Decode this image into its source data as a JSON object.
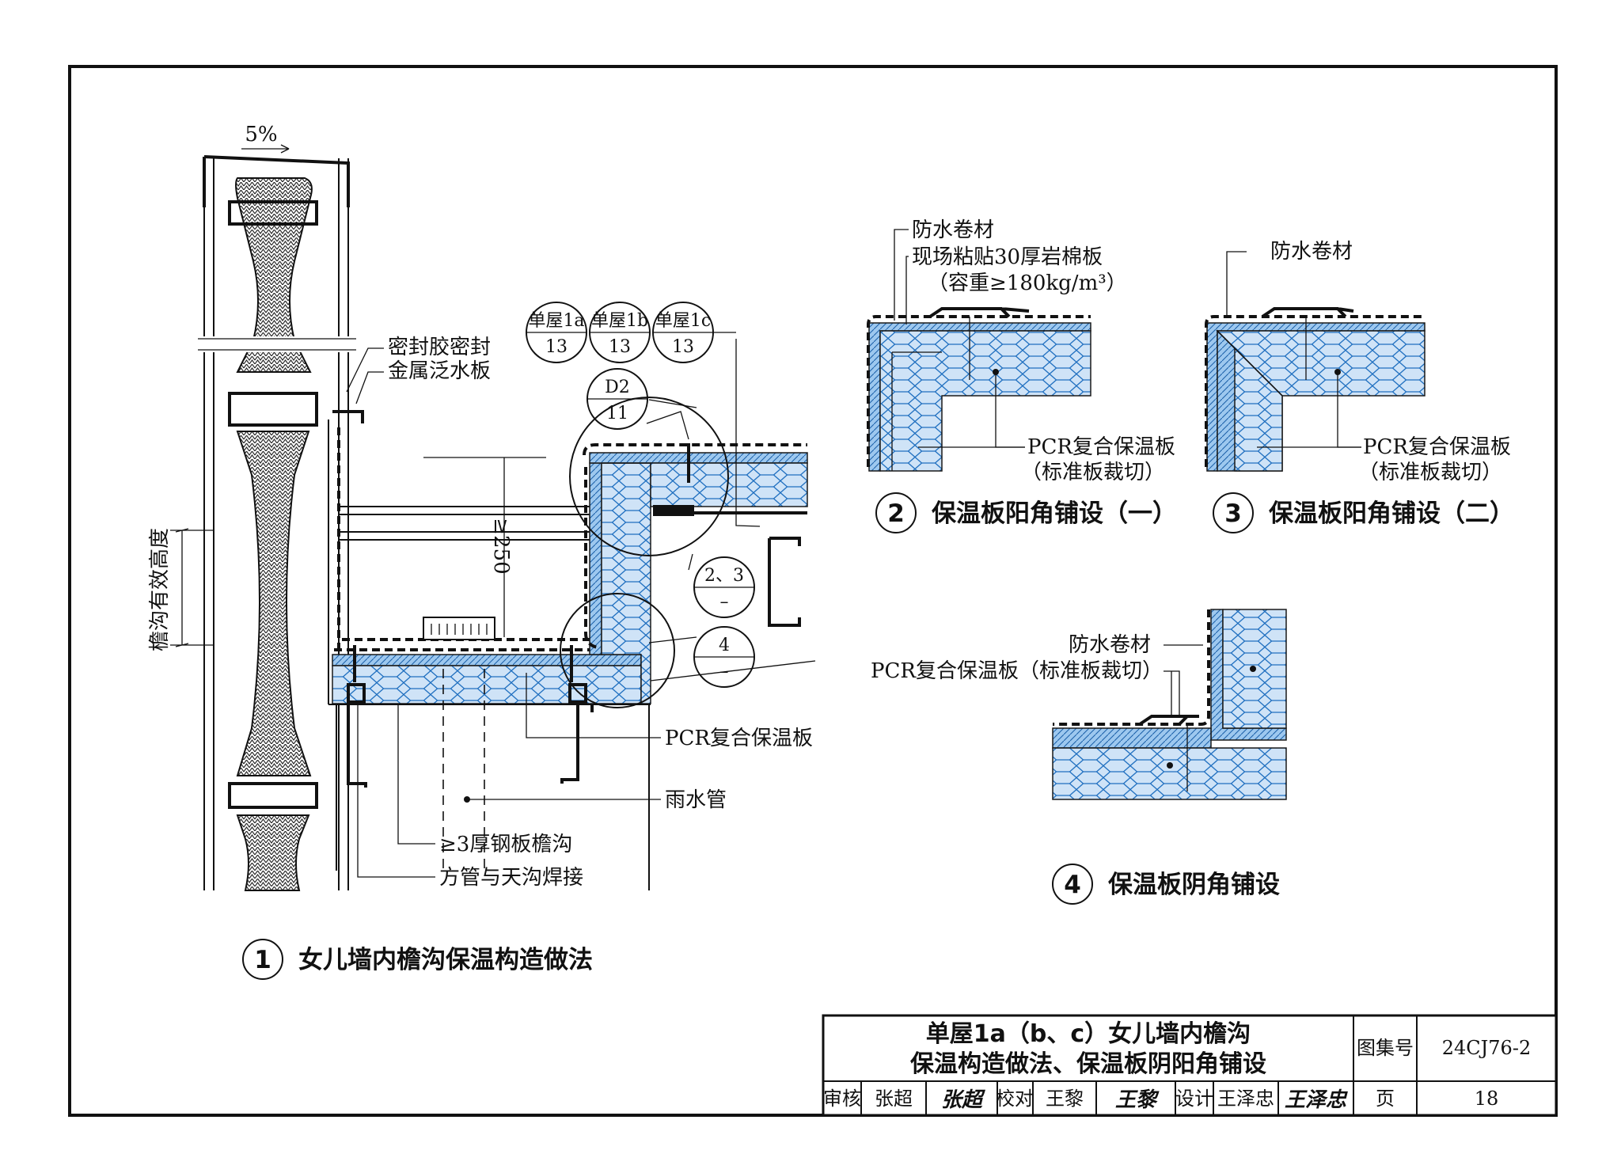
{
  "main": {
    "slope_label": "5%",
    "labels": {
      "sealant": "密封胶密封",
      "flashing": "金属泛水板",
      "gutter_height": "檐沟有效高度",
      "min_250": "≥250",
      "pcr_board": "PCR复合保温板",
      "downpipe": "雨水管",
      "steel_gutter": "≥3厚钢板檐沟",
      "tube_weld": "方管与天沟焊接"
    },
    "refs": [
      {
        "top": "单屋1a",
        "bottom": "13"
      },
      {
        "top": "单屋1b",
        "bottom": "13"
      },
      {
        "top": "单屋1c",
        "bottom": "13"
      },
      {
        "top": "D2",
        "bottom": "11"
      },
      {
        "top": "2、3",
        "bottom": "–"
      },
      {
        "top": "4",
        "bottom": "–"
      }
    ]
  },
  "details": [
    {
      "number": "1",
      "title": "女儿墙内檐沟保温构造做法"
    },
    {
      "number": "2",
      "title": "保温板阳角铺设（一）"
    },
    {
      "number": "3",
      "title": "保温板阳角铺设（二）"
    },
    {
      "number": "4",
      "title": "保温板阴角铺设"
    }
  ],
  "detail2": {
    "membrane": "防水卷材",
    "rockwool": "现场粘贴30厚岩棉板",
    "density": "（容重≥180kg/m³）",
    "board": "PCR复合保温板",
    "board_note": "（标准板裁切）"
  },
  "detail3": {
    "membrane": "防水卷材",
    "board": "PCR复合保温板",
    "board_note": "（标准板裁切）"
  },
  "detail4": {
    "membrane": "防水卷材",
    "board": "PCR复合保温板（标准板裁切）"
  },
  "title_block": {
    "title_line1": "单屋1a（b、c）女儿墙内檐沟",
    "title_line2": "保温构造做法、保温板阴阳角铺设",
    "atlas_label": "图集号",
    "atlas_no": "24CJ76-2",
    "review_label": "审核",
    "reviewer": "张超",
    "reviewer_sig": "张超",
    "check_label": "校对",
    "checker": "王黎",
    "checker_sig": "王黎",
    "design_label": "设计",
    "designer": "王泽忠",
    "designer_sig": "王泽忠",
    "page_label": "页",
    "page_no": "18"
  }
}
